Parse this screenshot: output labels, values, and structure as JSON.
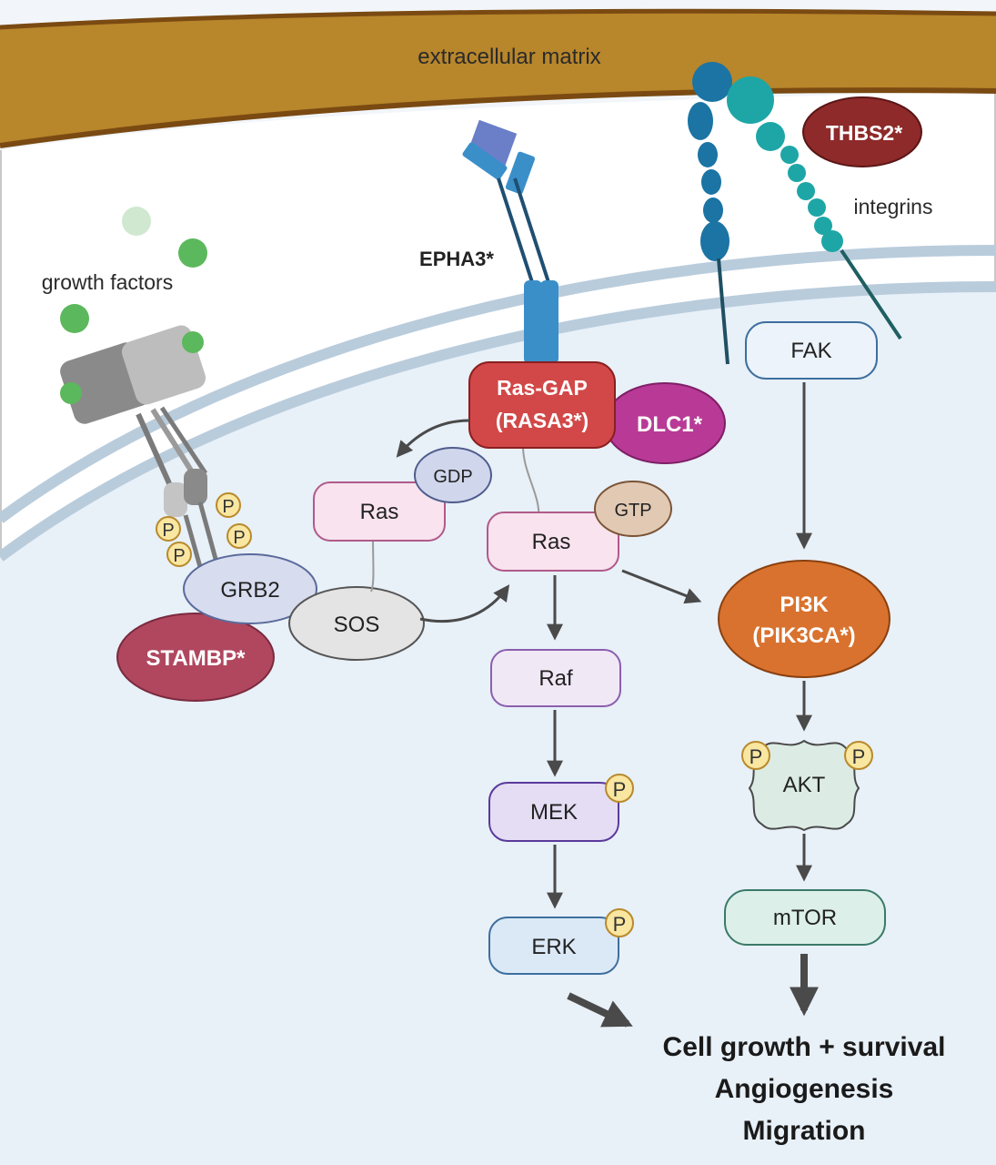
{
  "labels": {
    "extracellular_matrix": "extracellular matrix",
    "integrins": "integrins",
    "growth_factors": "growth factors",
    "epha3": "EPHA3*",
    "thbs2": "THBS2*",
    "fak": "FAK",
    "ras_gap_line1": "Ras-GAP",
    "ras_gap_line2": "(RASA3*)",
    "dlc1": "DLC1*",
    "gdp": "GDP",
    "gtp": "GTP",
    "ras_left": "Ras",
    "ras_right": "Ras",
    "grb2": "GRB2",
    "sos": "SOS",
    "stambp": "STAMBP*",
    "raf": "Raf",
    "mek": "MEK",
    "erk": "ERK",
    "pi3k_line1": "PI3K",
    "pi3k_line2": "(PIK3CA*)",
    "akt": "AKT",
    "mtor": "mTOR",
    "phospho": "P",
    "outcome_line1": "Cell growth + survival",
    "outcome_line2": "Angiogenesis",
    "outcome_line3": "Migration"
  },
  "colors": {
    "ecm": "#b8862b",
    "ecm_edge": "#7a4a12",
    "cell_bg": "#e8f0f8",
    "membrane": "#b9ccdc",
    "ras_gap": "#d24848",
    "dlc1": "#b83a96",
    "thbs2": "#8e2a2a",
    "stambp": "#b0475f",
    "pi3k": "#d9722e",
    "phospho_fill": "#f9e6a0",
    "phospho_stroke": "#b88a2c"
  }
}
